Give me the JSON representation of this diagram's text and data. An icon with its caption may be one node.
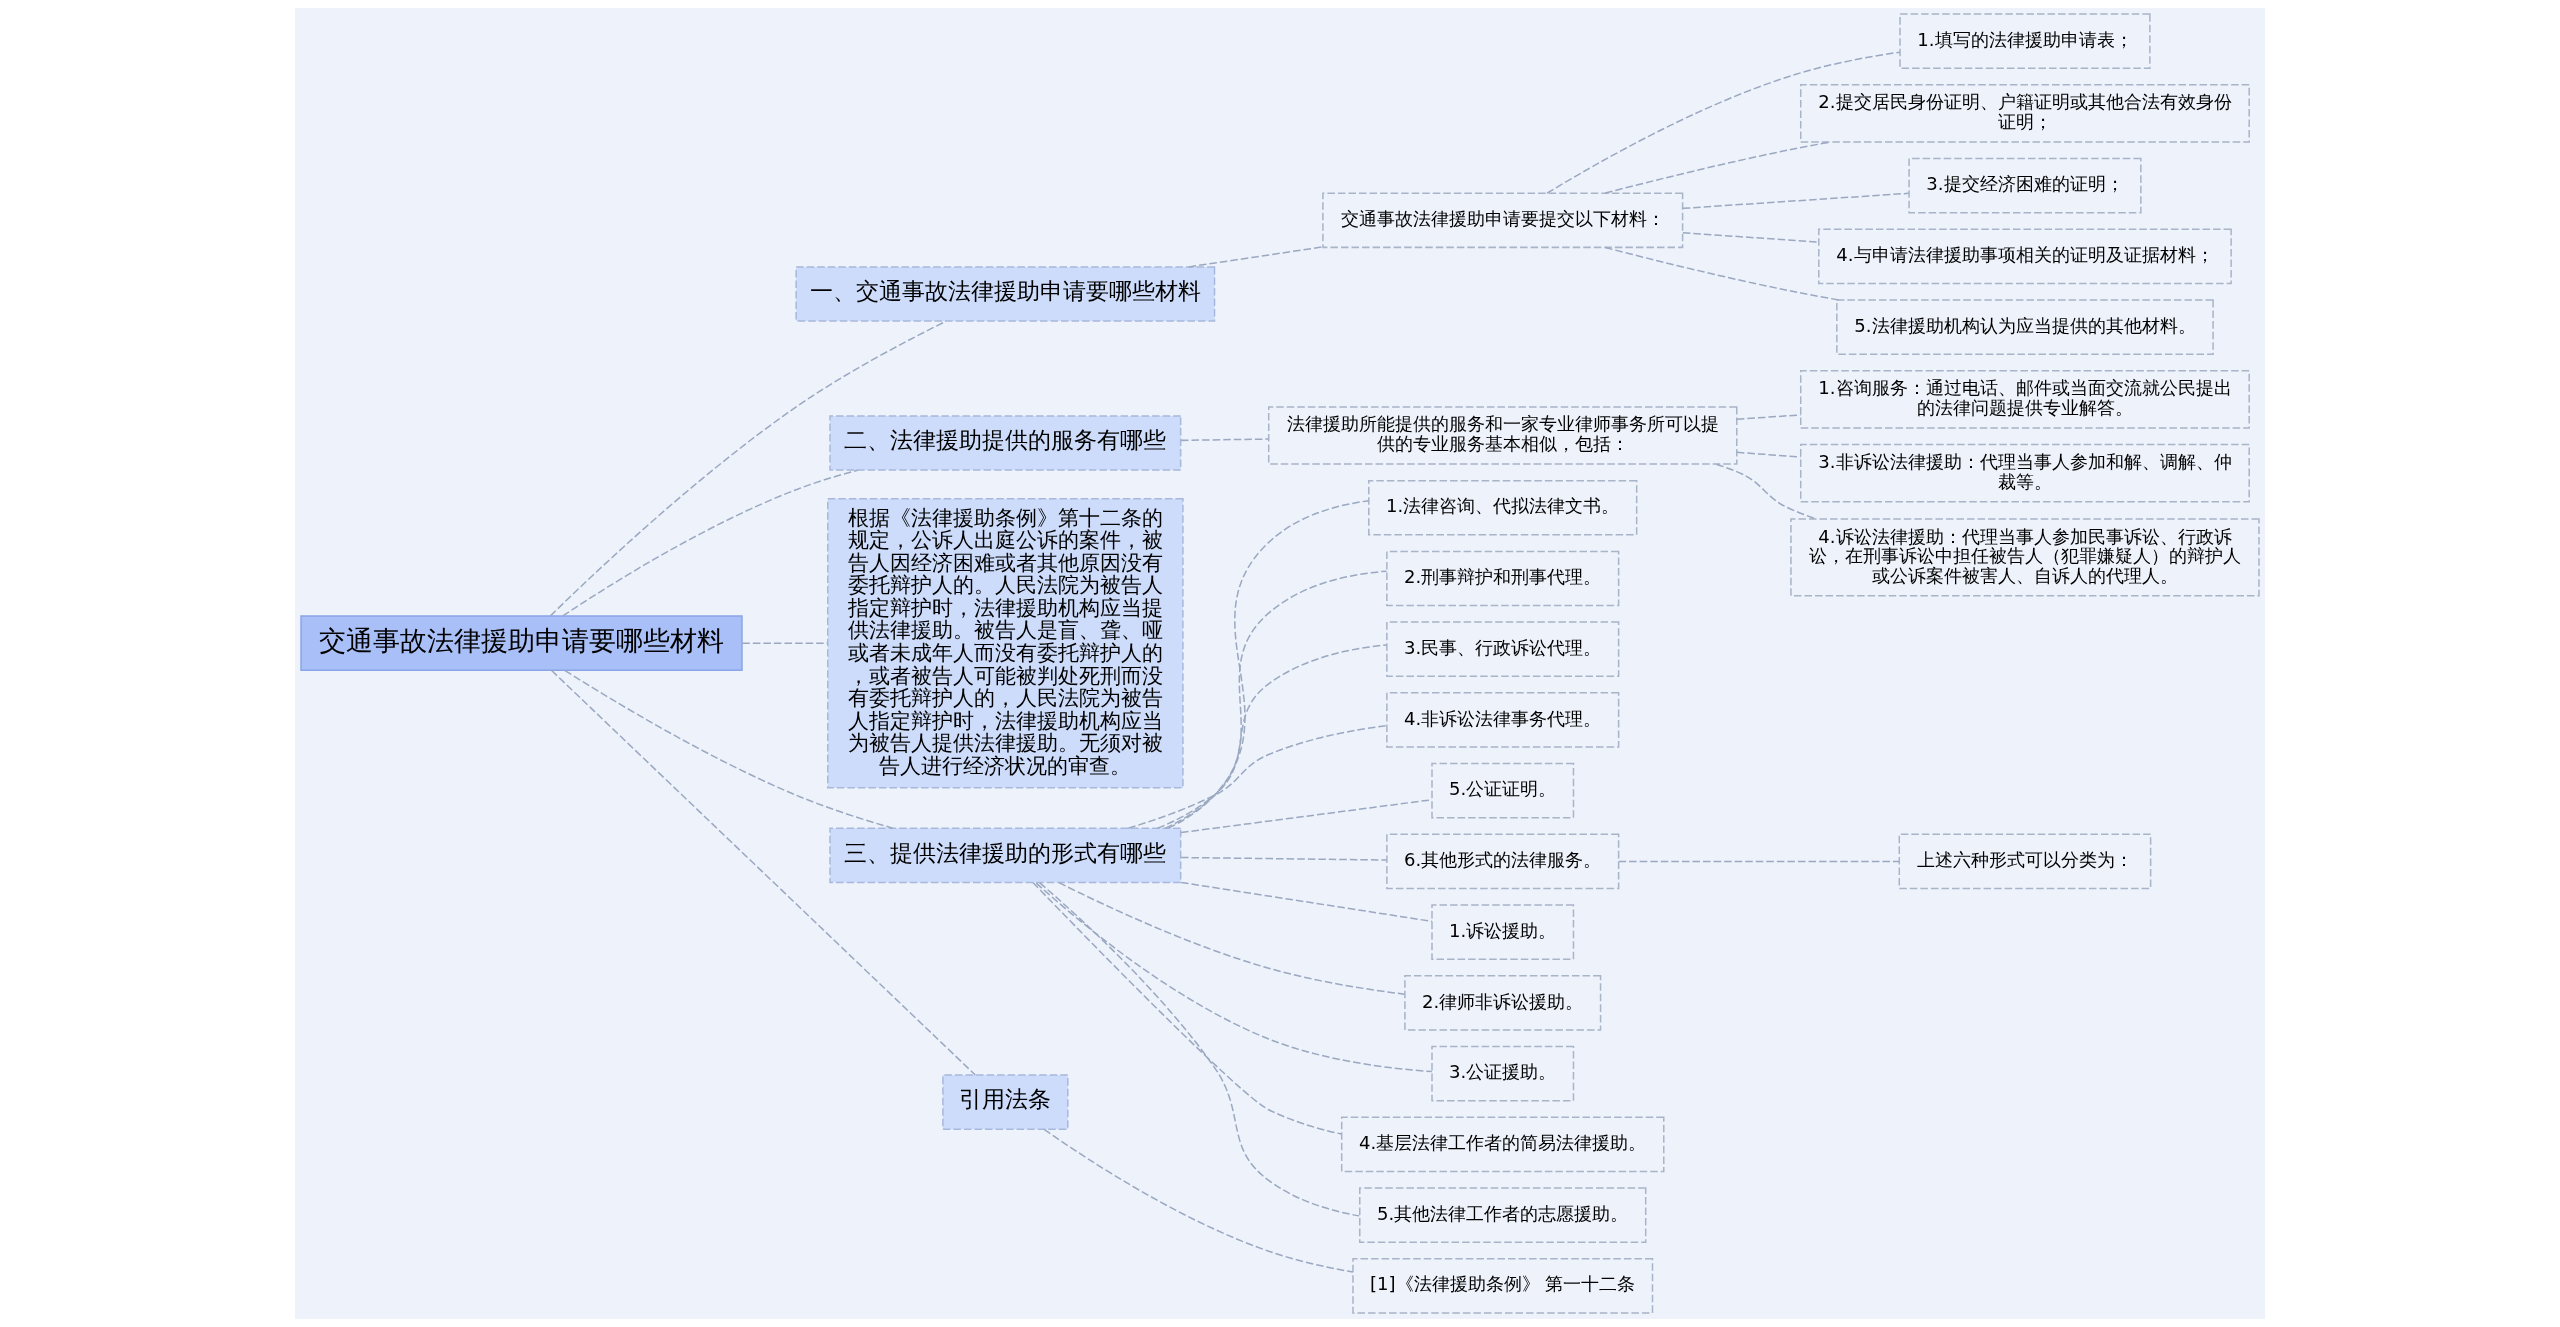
{
  "diagram": {
    "nodes": [
      {
        "text": [
          "交通事故法律援助申请要哪些材料"
        ]
      },
      {
        "text": [
          "一、交通事故法律援助申请要哪些材料"
        ]
      },
      {
        "text": [
          "交通事故法律援助申请要提交以下材料："
        ]
      },
      {
        "text": [
          "1.填写的法律援助申请表；"
        ]
      },
      {
        "text": [
          "2.提交居民身份证明、户籍证明或其他合法有效身份证明；"
        ]
      },
      {
        "text": [
          "3.提交经济困难的证明；"
        ]
      },
      {
        "text": [
          "4.与申请法律援助事项相关的证明及证据材料；"
        ]
      },
      {
        "text": [
          "5.法律援助机构认为应当提供的其他材料。"
        ]
      },
      {
        "text": [
          "二、法律援助提供的服务有哪些"
        ]
      },
      {
        "text": [
          "法律援助所能提供的服务和一家专业律师事务所可以提供的专业服务基本相似，包括："
        ]
      },
      {
        "text": [
          "1.咨询服务：通过电话、邮件或当面交流就公民提出的法律问题提供专业解答。"
        ]
      },
      {
        "text": [
          "3.非诉讼法律援助：代理当事人参加和解、调解、仲裁等。"
        ]
      },
      {
        "text": [
          "4.诉讼法律援助：代理当事人参加民事诉讼、行政诉讼，在刑事诉讼中担任被告人（犯罪嫌疑人）的辩护人或公诉案件被害人、自诉人的代理人。"
        ]
      },
      {
        "text": [
          "根据《法律援助条例》第十二条的规定，公诉人出庭公诉的案件，被告人因经济困难或者其他原因没有委托辩护人的。人民法院为被告人指定辩护时，法律援助机构应当提供法律援助。被告人是盲、聋、哑或者未成年人而没有委托辩护人的，或者被告人可能被判处死刑而没有委托辩护人的，人民法院为被告人指定辩护时，法律援助机构应当为被告人提供法律援助。无须对被告人进行经济状况的审查。"
        ]
      },
      {
        "text": [
          "三、提供法律援助的形式有哪些"
        ]
      },
      {
        "text": [
          "1.法律咨询、代拟法律文书。"
        ]
      },
      {
        "text": [
          "2.刑事辩护和刑事代理。"
        ]
      },
      {
        "text": [
          "3.民事、行政诉讼代理。"
        ]
      },
      {
        "text": [
          "4.非诉讼法律事务代理。"
        ]
      },
      {
        "text": [
          "5.公证证明。"
        ]
      },
      {
        "text": [
          "6.其他形式的法律服务。"
        ]
      },
      {
        "text": [
          "上述六种形式可以分类为："
        ]
      },
      {
        "text": [
          "1.诉讼援助。"
        ]
      },
      {
        "text": [
          "2.律师非诉讼援助。"
        ]
      },
      {
        "text": [
          "3.公证援助。"
        ]
      },
      {
        "text": [
          "4.基层法律工作者的简易法律援助。"
        ]
      },
      {
        "text": [
          "5.其他法律工作者的志愿援助。"
        ]
      },
      {
        "text": [
          "引用法条"
        ]
      },
      {
        "text": [
          "[1]《法律援助条例》 第一十二条"
        ]
      }
    ],
    "edges": [
      {
        "from": 0,
        "to": 1,
        "arrow": "none",
        "style": "dashed"
      },
      {
        "from": 1,
        "to": 2,
        "arrow": "none",
        "style": "dashed"
      },
      {
        "from": 2,
        "to": 3,
        "arrow": "none",
        "style": "dashed"
      },
      {
        "from": 2,
        "to": 4,
        "arrow": "none",
        "style": "dashed"
      },
      {
        "from": 2,
        "to": 5,
        "arrow": "none",
        "style": "dashed"
      },
      {
        "from": 2,
        "to": 6,
        "arrow": "none",
        "style": "dashed"
      },
      {
        "from": 2,
        "to": 7,
        "arrow": "none",
        "style": "dashed"
      },
      {
        "from": 0,
        "to": 8,
        "arrow": "none",
        "style": "dashed"
      },
      {
        "from": 8,
        "to": 9,
        "arrow": "none",
        "style": "dashed"
      },
      {
        "from": 9,
        "to": 10,
        "arrow": "none",
        "style": "dashed"
      },
      {
        "from": 9,
        "to": 11,
        "arrow": "none",
        "style": "dashed"
      },
      {
        "from": 9,
        "to": 12,
        "arrow": "none",
        "style": "dashed"
      },
      {
        "from": 0,
        "to": 13,
        "arrow": "none",
        "style": "dashed"
      },
      {
        "from": 0,
        "to": 14,
        "arrow": "none",
        "style": "dashed"
      },
      {
        "from": 14,
        "to": 15,
        "arrow": "none",
        "style": "dashed"
      },
      {
        "from": 14,
        "to": 16,
        "arrow": "none",
        "style": "dashed"
      },
      {
        "from": 14,
        "to": 17,
        "arrow": "none",
        "style": "dashed"
      },
      {
        "from": 14,
        "to": 18,
        "arrow": "none",
        "style": "dashed"
      },
      {
        "from": 14,
        "to": 19,
        "arrow": "none",
        "style": "dashed"
      },
      {
        "from": 14,
        "to": 20,
        "arrow": "none",
        "style": "dashed"
      },
      {
        "from": 20,
        "to": 21,
        "arrow": "none",
        "style": "dashed"
      },
      {
        "from": 14,
        "to": 22,
        "arrow": "none",
        "style": "dashed"
      },
      {
        "from": 14,
        "to": 23,
        "arrow": "none",
        "style": "dashed"
      },
      {
        "from": 14,
        "to": 24,
        "arrow": "none",
        "style": "dashed"
      },
      {
        "from": 14,
        "to": 25,
        "arrow": "none",
        "style": "dashed"
      },
      {
        "from": 14,
        "to": 26,
        "arrow": "none",
        "style": "dashed"
      },
      {
        "from": 0,
        "to": 27,
        "arrow": "none",
        "style": "dashed"
      },
      {
        "from": 27,
        "to": 28,
        "arrow": "none",
        "style": "dashed"
      }
    ]
  }
}
